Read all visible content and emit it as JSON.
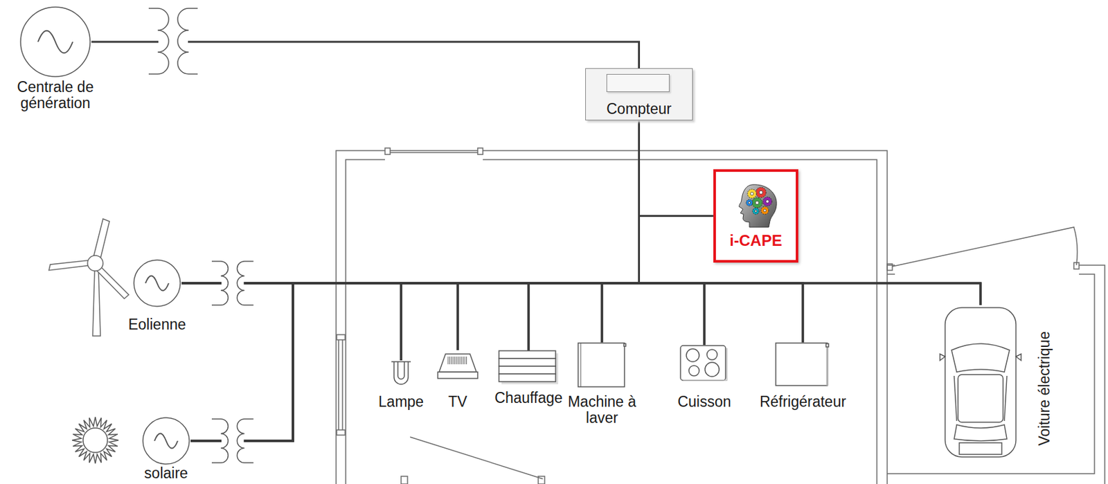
{
  "diagram": {
    "nodes": [
      {
        "text": [
          "Centrale de génération"
        ]
      },
      {
        "text": [
          "Compteur"
        ]
      },
      {
        "text": [
          "i-CAPE"
        ]
      },
      {
        "text": [
          "Eolienne"
        ]
      },
      {
        "text": [
          "solaire"
        ]
      },
      {
        "text": [
          "Lampe"
        ]
      },
      {
        "text": [
          "TV"
        ]
      },
      {
        "text": [
          "Chauffage"
        ]
      },
      {
        "text": [
          "Machine à laver"
        ]
      },
      {
        "text": [
          "Cuisson"
        ]
      },
      {
        "text": [
          "Réfrigérateur"
        ]
      },
      {
        "text": [
          "Voiture électrique"
        ]
      }
    ],
    "edges": [
      {
        "from": 0,
        "to": 1,
        "arrow": "none"
      },
      {
        "from": 1,
        "to": 2,
        "arrow": "none"
      },
      {
        "from": 1,
        "to": 5,
        "arrow": "none"
      },
      {
        "from": 1,
        "to": 6,
        "arrow": "none"
      },
      {
        "from": 1,
        "to": 7,
        "arrow": "none"
      },
      {
        "from": 1,
        "to": 8,
        "arrow": "none"
      },
      {
        "from": 1,
        "to": 9,
        "arrow": "none"
      },
      {
        "from": 1,
        "to": 10,
        "arrow": "none"
      },
      {
        "from": 1,
        "to": 11,
        "arrow": "none"
      },
      {
        "from": 3,
        "to": 5,
        "arrow": "none"
      },
      {
        "from": 3,
        "to": 6,
        "arrow": "none"
      },
      {
        "from": 3,
        "to": 7,
        "arrow": "none"
      },
      {
        "from": 3,
        "to": 8,
        "arrow": "none"
      },
      {
        "from": 3,
        "to": 9,
        "arrow": "none"
      },
      {
        "from": 3,
        "to": 10,
        "arrow": "none"
      },
      {
        "from": 3,
        "to": 11,
        "arrow": "none"
      },
      {
        "from": 4,
        "to": 5,
        "arrow": "none"
      },
      {
        "from": 4,
        "to": 6,
        "arrow": "none"
      },
      {
        "from": 4,
        "to": 7,
        "arrow": "none"
      },
      {
        "from": 4,
        "to": 8,
        "arrow": "none"
      },
      {
        "from": 4,
        "to": 9,
        "arrow": "none"
      },
      {
        "from": 4,
        "to": 10,
        "arrow": "none"
      },
      {
        "from": 4,
        "to": 11,
        "arrow": "none"
      }
    ]
  }
}
